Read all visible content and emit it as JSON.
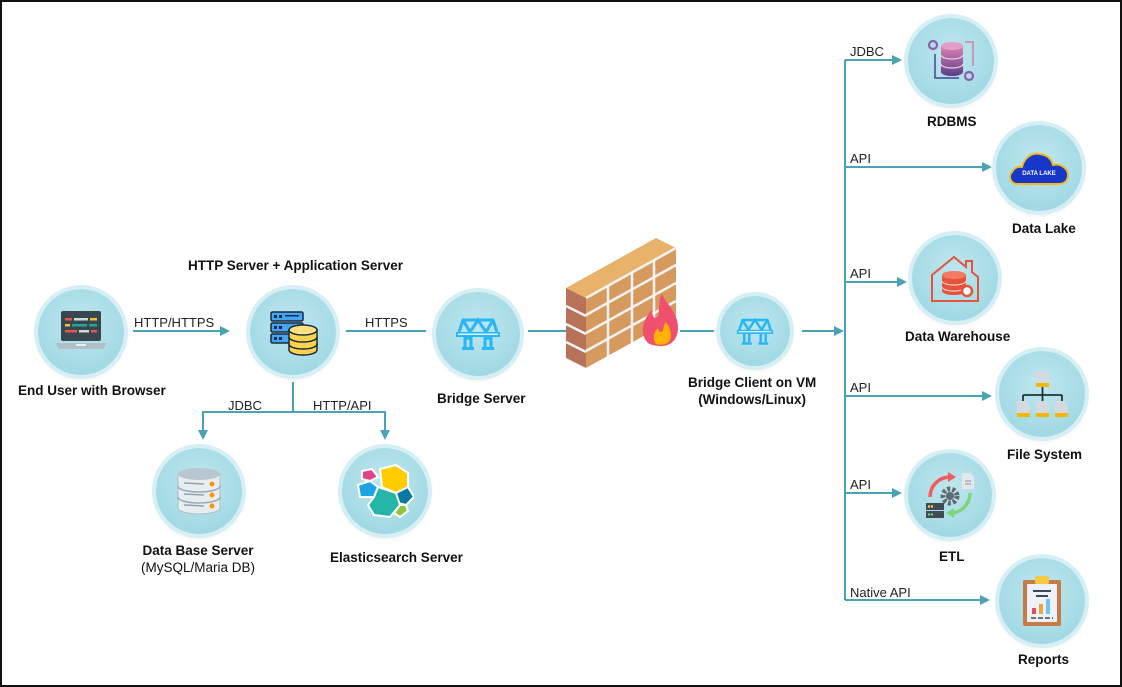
{
  "diagram": {
    "nodes": {
      "end_user": {
        "label": "End User with Browser",
        "icon": "laptop-icon"
      },
      "app_server": {
        "label": "HTTP Server + Application Server",
        "icon": "server-database-icon"
      },
      "bridge_server": {
        "label": "Bridge Server",
        "icon": "bridge-icon"
      },
      "firewall": {
        "label": "",
        "icon": "firewall-icon"
      },
      "bridge_client": {
        "label": "Bridge Client on VM",
        "sublabel": "(Windows/Linux)",
        "icon": "bridge-icon"
      },
      "db_server": {
        "label": "Data Base Server",
        "sublabel": "(MySQL/Maria DB)",
        "icon": "database-icon"
      },
      "elasticsearch": {
        "label": "Elasticsearch Server",
        "icon": "elasticsearch-icon"
      },
      "rdbms": {
        "label": "RDBMS",
        "icon": "rdbms-icon"
      },
      "data_lake": {
        "label": "Data Lake",
        "icon_text": "DATA LAKE",
        "icon": "cloud-icon"
      },
      "data_warehouse": {
        "label": "Data Warehouse",
        "icon": "warehouse-icon"
      },
      "file_system": {
        "label": "File System",
        "icon": "file-tree-icon"
      },
      "etl": {
        "label": "ETL",
        "icon": "etl-icon"
      },
      "reports": {
        "label": "Reports",
        "icon": "clipboard-report-icon"
      }
    },
    "edges": {
      "user_to_app": "HTTP/HTTPS",
      "app_to_bridge": "HTTPS",
      "app_to_db": "JDBC",
      "app_to_es": "HTTP/API",
      "to_rdbms": "JDBC",
      "to_data_lake": "API",
      "to_data_warehouse": "API",
      "to_file_system": "API",
      "to_etl": "API",
      "to_reports": "Native API"
    },
    "colors": {
      "connector": "#4aa3b5",
      "node_fill": "#a9dde7"
    }
  }
}
